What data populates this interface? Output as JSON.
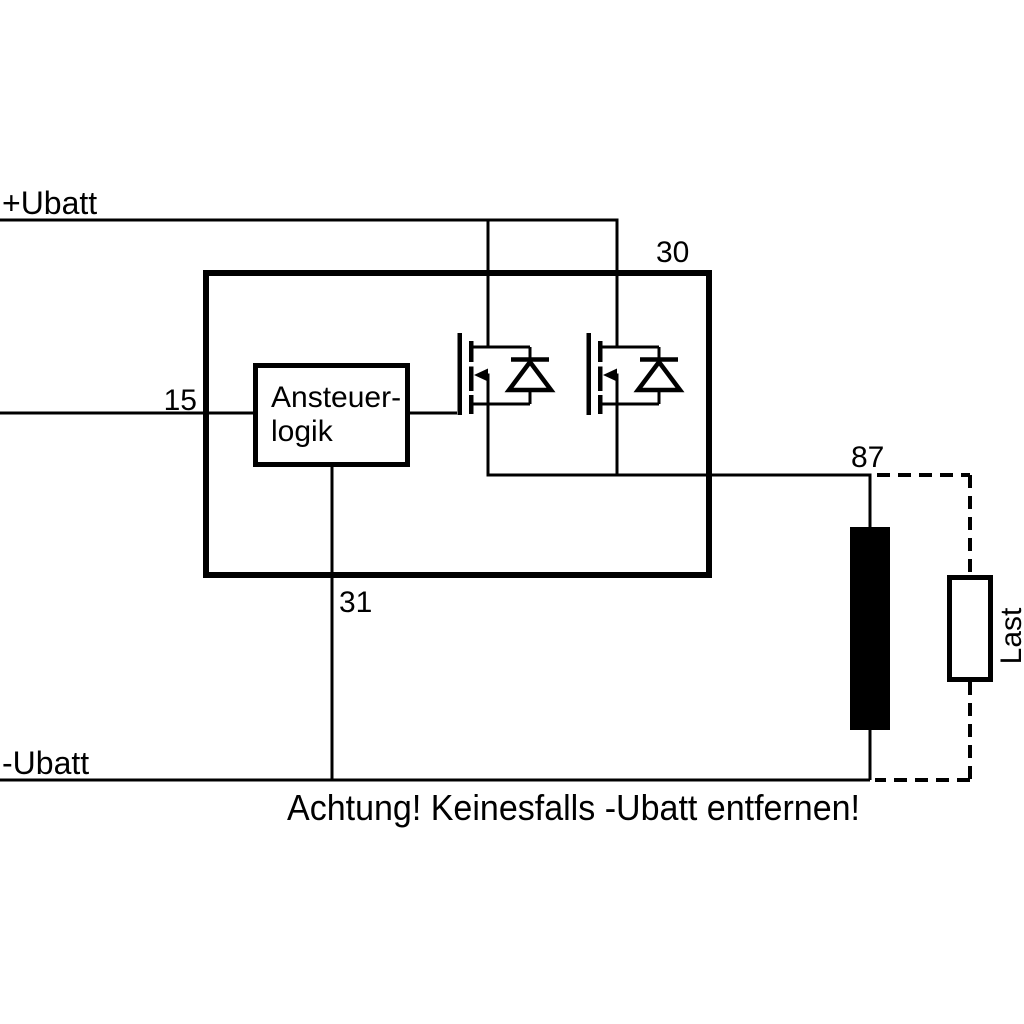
{
  "diagram": {
    "labels": {
      "plus_ubatt": "+Ubatt",
      "minus_ubatt": "-Ubatt",
      "terminal_15": "15",
      "terminal_30": "30",
      "terminal_31": "31",
      "terminal_87": "87",
      "logic_line1": "Ansteuer-",
      "logic_line2": "logik",
      "load": "Last",
      "warning": "Achtung! Keinesfalls -Ubatt entfernen!"
    },
    "colors": {
      "line": "#000000",
      "background": "#ffffff",
      "load_bar_fill": "#000000"
    }
  }
}
